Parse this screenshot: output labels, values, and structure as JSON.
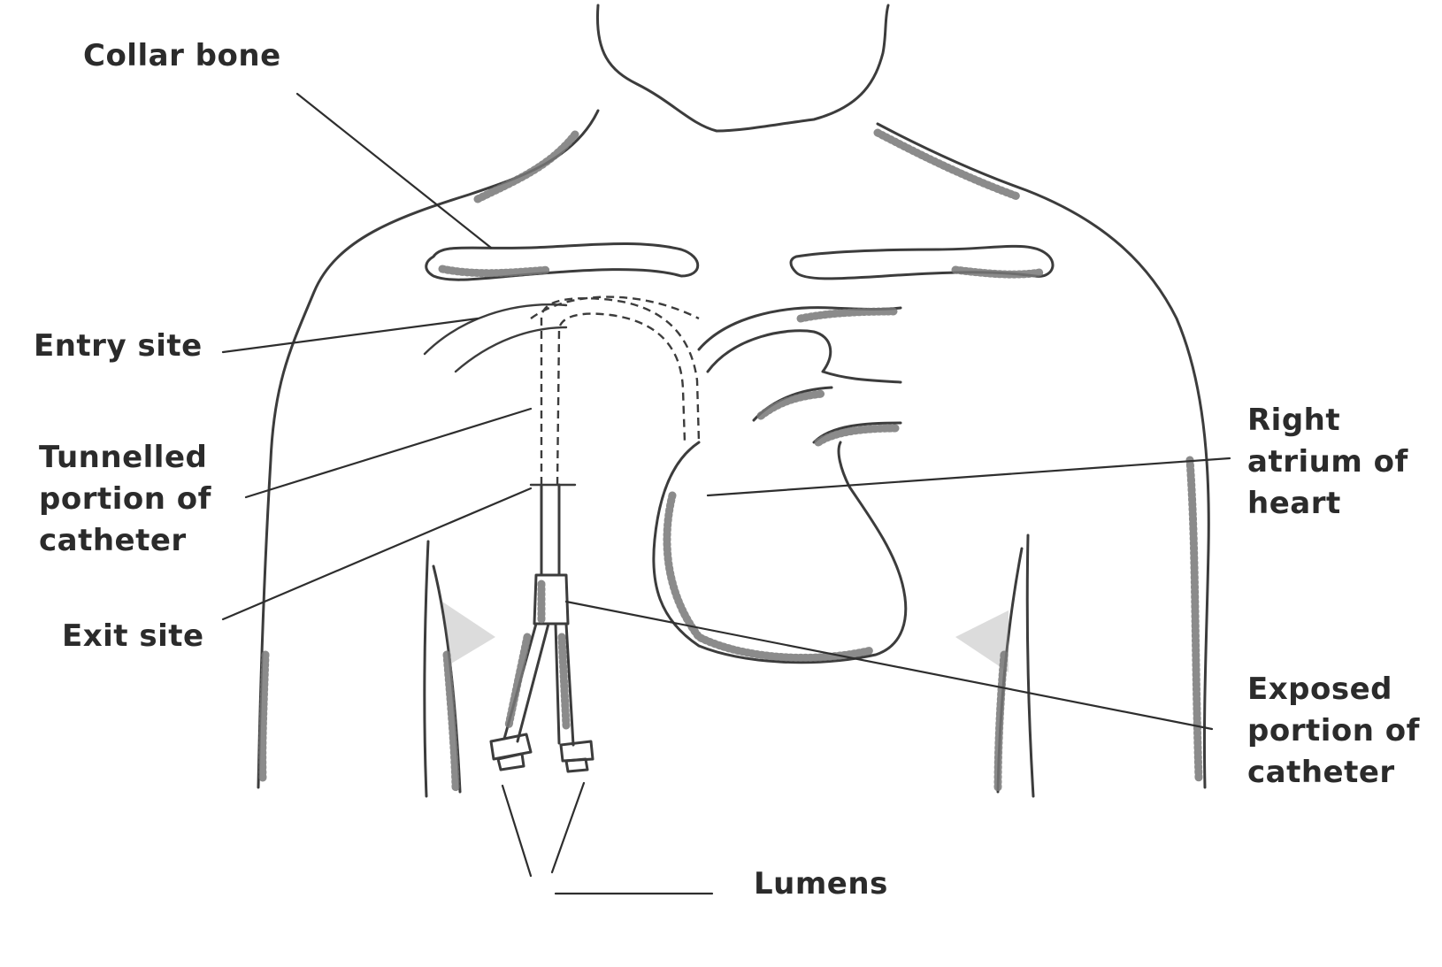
{
  "labels": {
    "collar_bone": "Collar bone",
    "entry_site": "Entry site",
    "tunnelled": [
      "Tunnelled",
      "portion of",
      "catheter"
    ],
    "exit_site": "Exit site",
    "right_atrium": [
      "Right",
      "atrium of",
      "heart"
    ],
    "exposed": [
      "Exposed",
      "portion of",
      "catheter"
    ],
    "lumens": "Lumens"
  }
}
